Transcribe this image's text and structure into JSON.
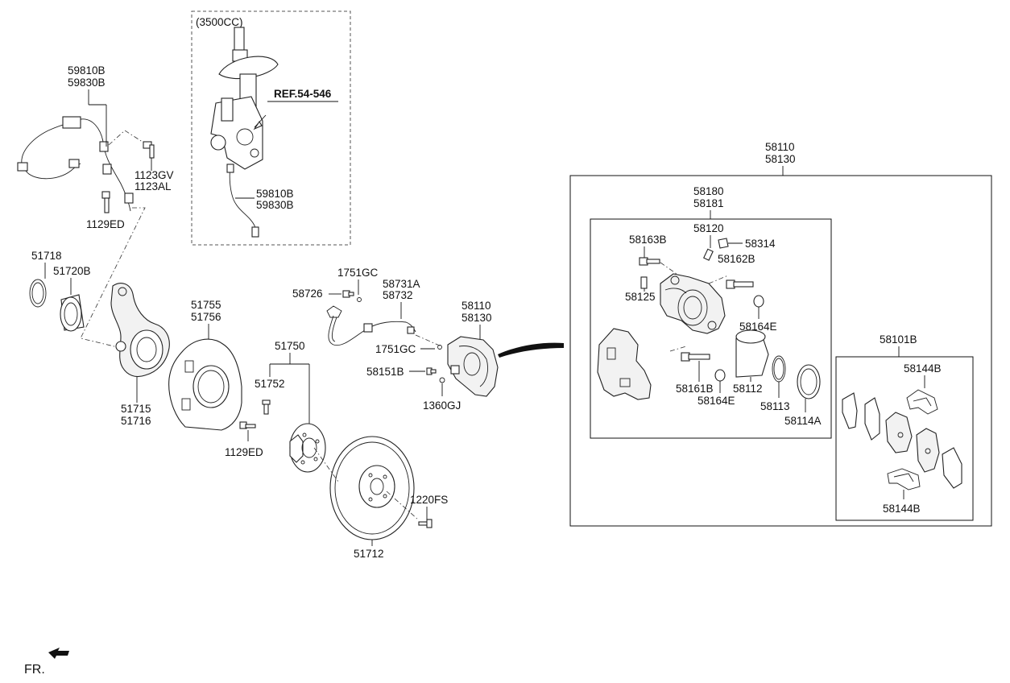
{
  "variant_label": "(3500CC)",
  "ref_label": "REF.54-546",
  "front_marker": "FR.",
  "labels": {
    "sensor_main_a": "59810B",
    "sensor_main_b": "59830B",
    "sensor_inset_a": "59810B",
    "sensor_inset_b": "59830B",
    "bolt_1123gv": "1123GV",
    "bolt_1123al": "1123AL",
    "bolt_1129ed_top": "1129ED",
    "snap_ring": "51718",
    "bearing": "51720B",
    "knuckle_a": "51715",
    "knuckle_b": "51716",
    "dust_cover_a": "51755",
    "dust_cover_b": "51756",
    "bolt_1129ed_bottom": "1129ED",
    "hub_assembly": "51750",
    "hub_bolt": "51752",
    "disc": "51712",
    "disc_screw": "1220FS",
    "hose_bolt": "58726",
    "gasket_top": "1751GC",
    "hose_a": "58731A",
    "hose_b": "58732",
    "gasket_bottom": "1751GC",
    "caliper_a": "58110",
    "caliper_b": "58130",
    "bleeder_bolt": "58151B",
    "bleeder_cap": "1360GJ",
    "detail_caliper_a": "58110",
    "detail_caliper_b": "58130",
    "housing_a": "58180",
    "housing_b": "58181",
    "bleeder": "58120",
    "bleeder_cap_detail": "58314",
    "guide_bolt_top": "58163B",
    "guide_rod_top": "58162B",
    "guide_pin": "58125",
    "boot_top": "58164E",
    "guide_bolt_bottom": "58161B",
    "boot_bottom": "58164E",
    "piston": "58112",
    "piston_seal": "58113",
    "piston_boot": "58114A",
    "pad_kit": "58101B",
    "pad_spring_top": "58144B",
    "pad_spring_bottom": "58144B"
  }
}
